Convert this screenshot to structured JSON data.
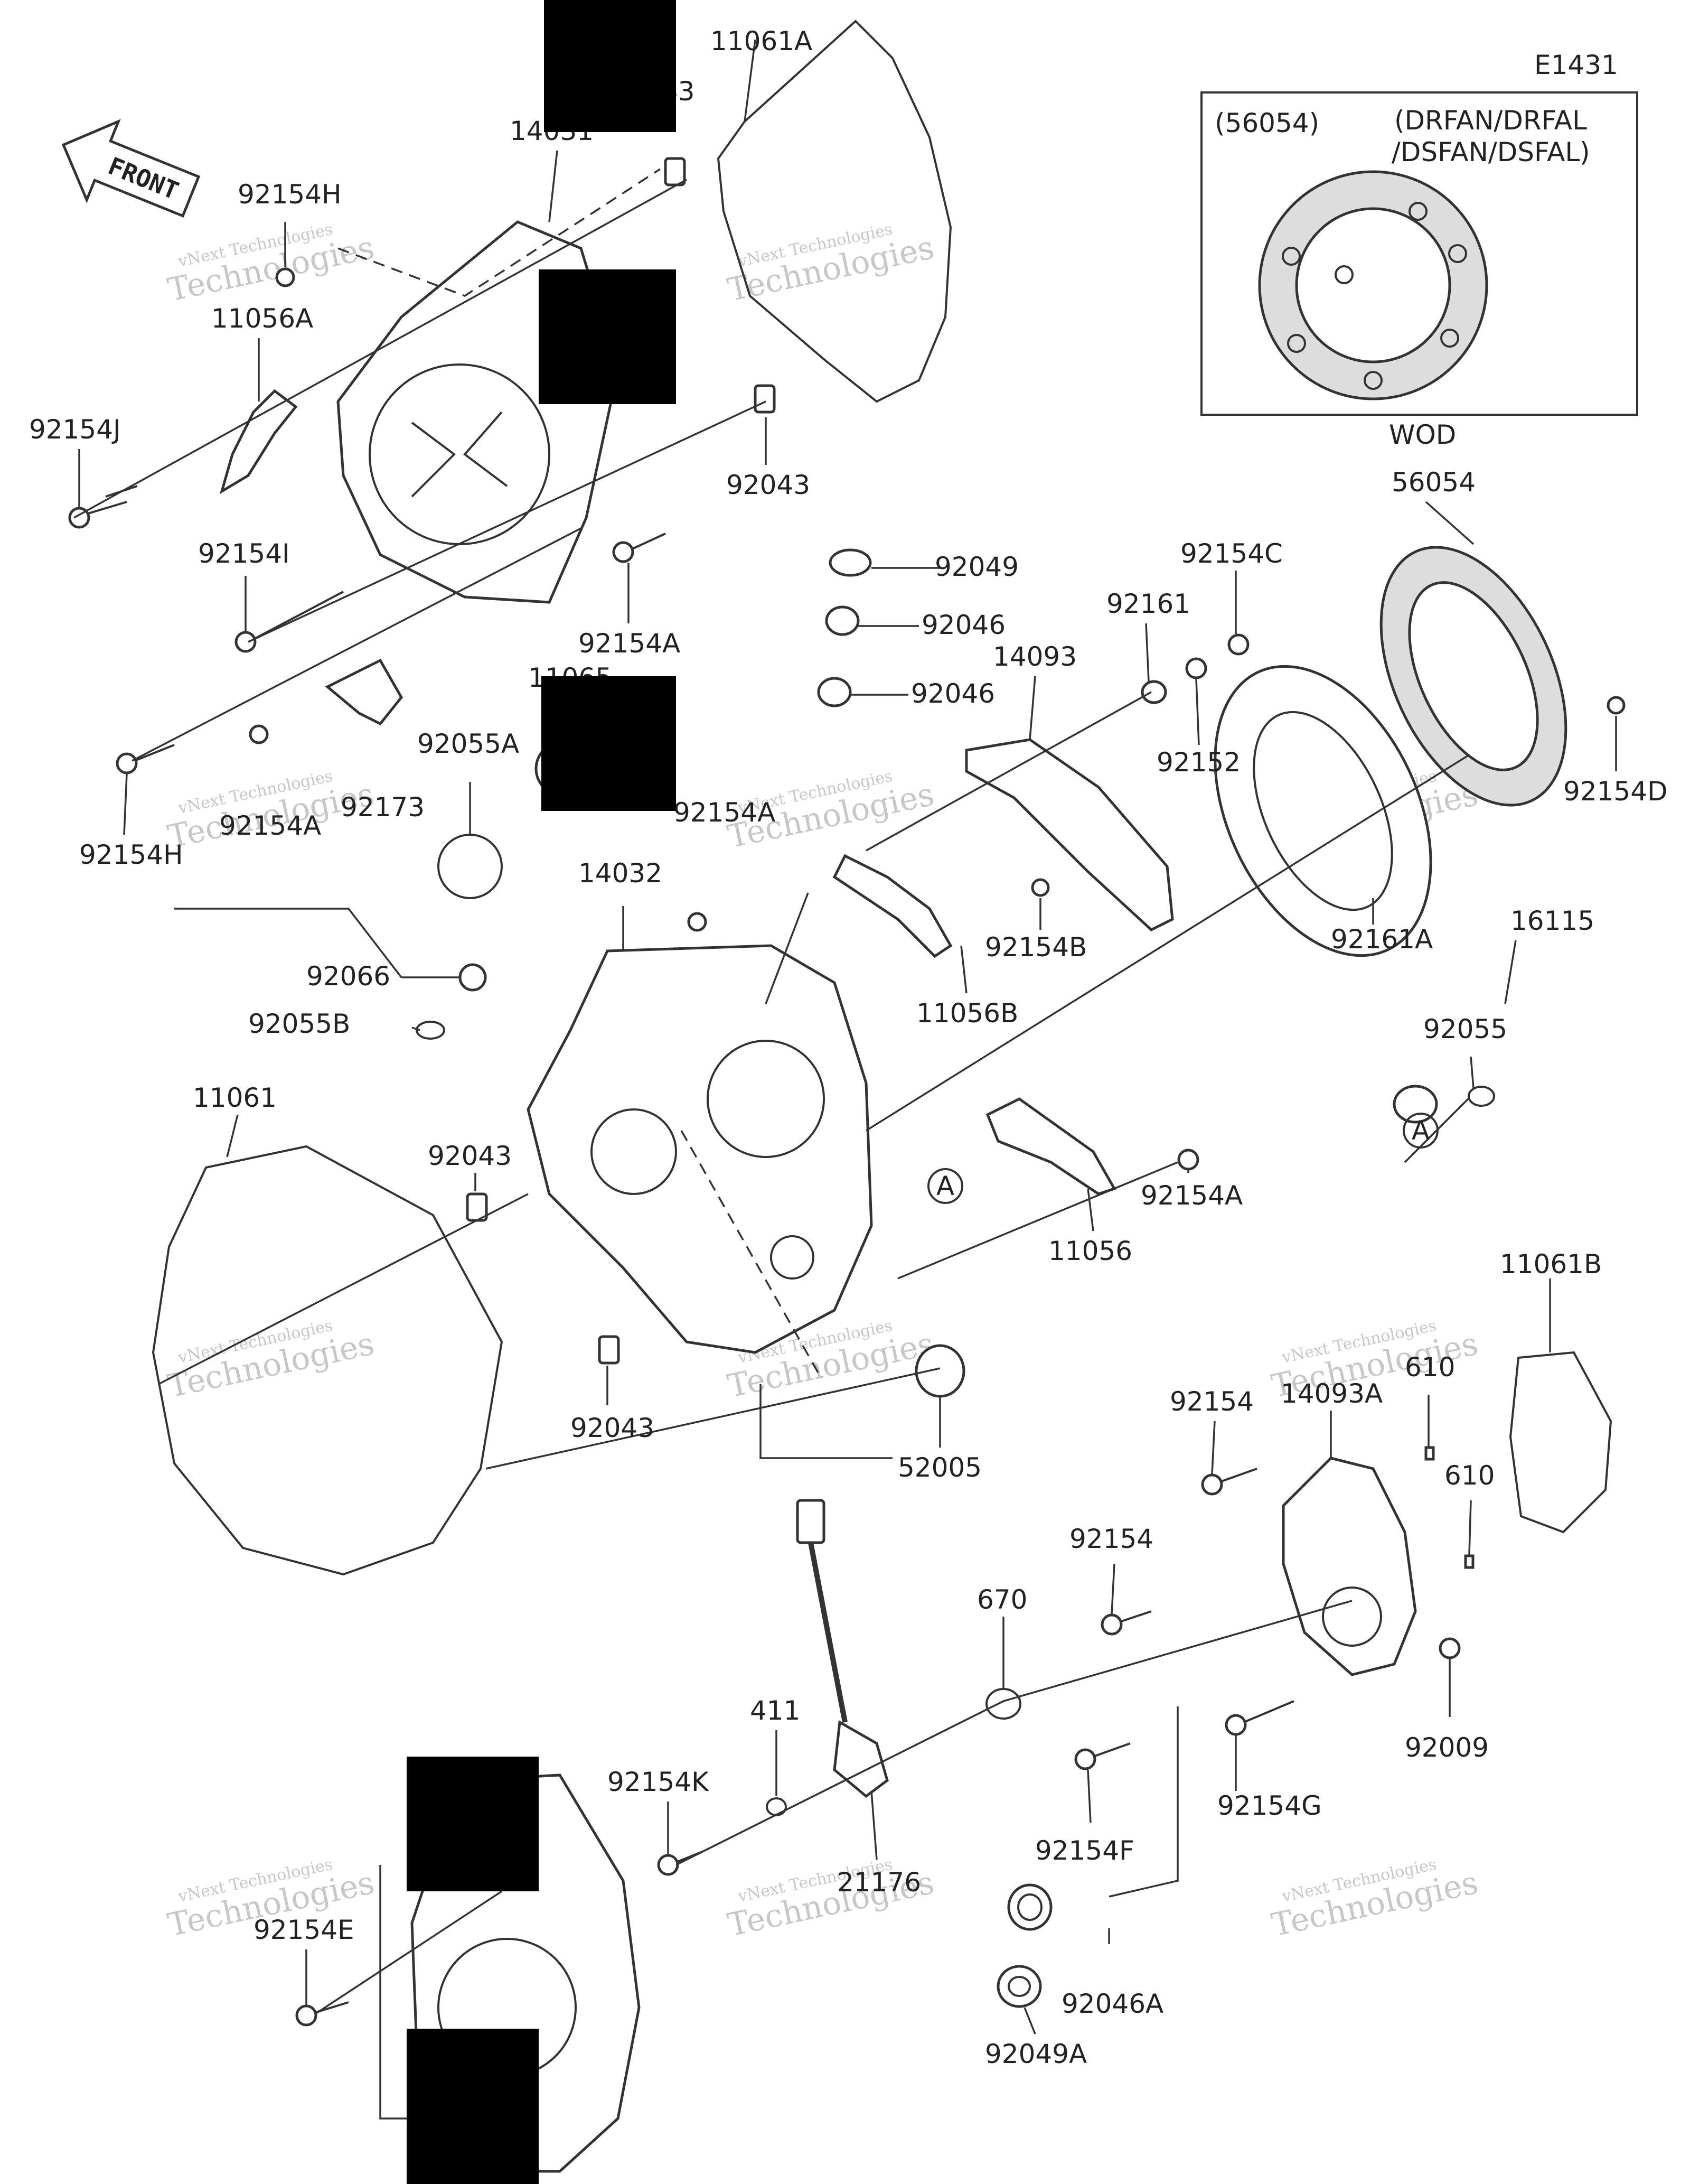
{
  "diagram": {
    "code": "E1431",
    "front_label": "FRONT",
    "inset": {
      "part_ref": "(56054)",
      "models_line1": "(DRFAN/DRFAL",
      "models_line2": "/DSFAN/DSFAL)",
      "footer": "WOD"
    },
    "watermark": {
      "line1": "vNext Technologies",
      "line2": "Technologies"
    },
    "circle_marker": "A",
    "labels": {
      "l11061A": "11061A",
      "l92043a": "043",
      "l14031": "14031",
      "l92154H_top": "92154H",
      "l11056A": "11056A",
      "l92154J": "92154J",
      "l92043b": "92043",
      "l92154I": "92154I",
      "l92154A_a": "92154A",
      "l92049": "92049",
      "l92046a": "92046",
      "l92046b": "92046",
      "l92154C": "92154C",
      "l92161": "92161",
      "l14093": "14093",
      "l56054": "56054",
      "l92152": "92152",
      "l92154D": "92154D",
      "l11065": "11065",
      "l92055A": "92055A",
      "l92154A_b": "92154A",
      "l92154H_bot": "92154H",
      "l92154A_c": "92154A",
      "l92173": "92173",
      "l14032": "14032",
      "l92154B": "92154B",
      "l92161A": "92161A",
      "l16115": "16115",
      "l92066": "92066",
      "l92055B": "92055B",
      "l92055": "92055",
      "l11056B": "11056B",
      "l11061": "11061",
      "l92043c": "92043",
      "l92154A_d": "92154A",
      "l11056": "11056",
      "l11061B": "11061B",
      "l92043d": "92043",
      "l52005": "52005",
      "l92154a": "92154",
      "l14093A": "14093A",
      "l610a": "610",
      "l610b": "610",
      "l92154b": "92154",
      "l670": "670",
      "l411": "411",
      "l92154K": "92154K",
      "l92009": "92009",
      "l92154G": "92154G",
      "l21176": "21176",
      "l92154F": "92154F",
      "l92154E": "92154E",
      "l92046A": "92046A",
      "l92049A": "92049A"
    }
  }
}
